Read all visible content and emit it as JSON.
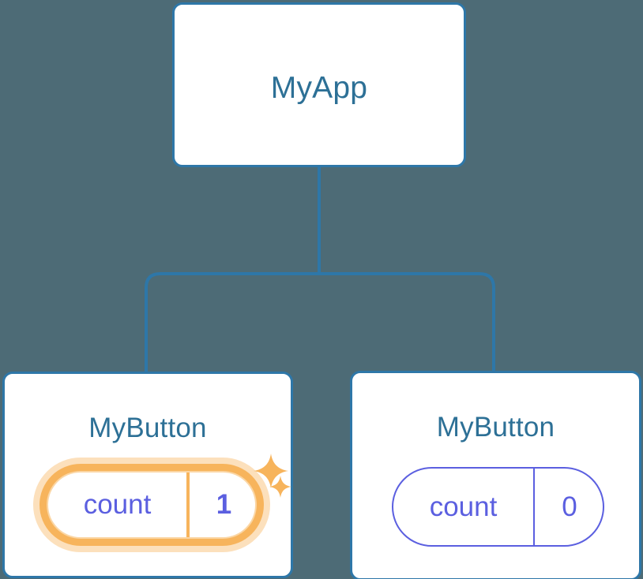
{
  "colors": {
    "background": "#4d6b76",
    "card_border": "#2e77a8",
    "card_fill": "#ffffff",
    "title_text": "#2d7096",
    "state_purple": "#5b5fe0",
    "highlight_orange": "#f7b45c",
    "highlight_glow": "#fce0bc",
    "connector": "#2e77a8"
  },
  "diagram": {
    "type": "component-tree",
    "root": {
      "name": "root-component",
      "title": "MyApp"
    },
    "children": [
      {
        "name": "left-component",
        "title": "MyButton",
        "state": {
          "key": "count",
          "value": "1",
          "highlighted": true
        },
        "decorations": [
          {
            "icon": "sparkle-icon",
            "size": "large"
          },
          {
            "icon": "sparkle-icon",
            "size": "small"
          }
        ]
      },
      {
        "name": "right-component",
        "title": "MyButton",
        "state": {
          "key": "count",
          "value": "0",
          "highlighted": false
        },
        "decorations": []
      }
    ],
    "edges": [
      {
        "from": "MyApp",
        "to": "MyButton (left)"
      },
      {
        "from": "MyApp",
        "to": "MyButton (right)"
      }
    ]
  }
}
